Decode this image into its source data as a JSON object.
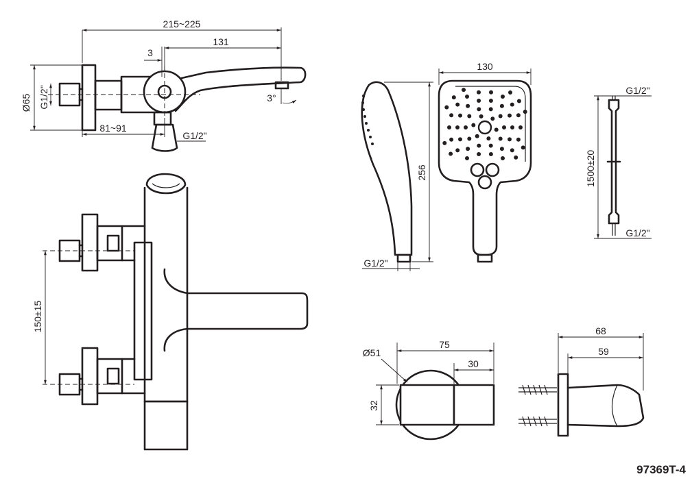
{
  "drawing_code": "97369T-4",
  "dims": {
    "mixer_top_width": "215~225",
    "mixer_offset": "3",
    "spout_length": "131",
    "flange_diameter": "Ø65",
    "inlet_thread": "G1/2\"",
    "wall_depth": "81~91",
    "spout_angle": "3°",
    "outlet_thread": "G1/2\"",
    "centers": "150±15",
    "handset_width": "130",
    "handset_length": "256",
    "handset_thread": "G1/2\"",
    "hose_thread_top": "G1/2\"",
    "hose_length": "1500±20",
    "hose_thread_bottom": "G1/2\"",
    "bracket_diameter": "Ø51",
    "bracket_width": "75",
    "bracket_holder": "30",
    "bracket_height": "32",
    "holder_depth": "68",
    "holder_arm": "59"
  }
}
